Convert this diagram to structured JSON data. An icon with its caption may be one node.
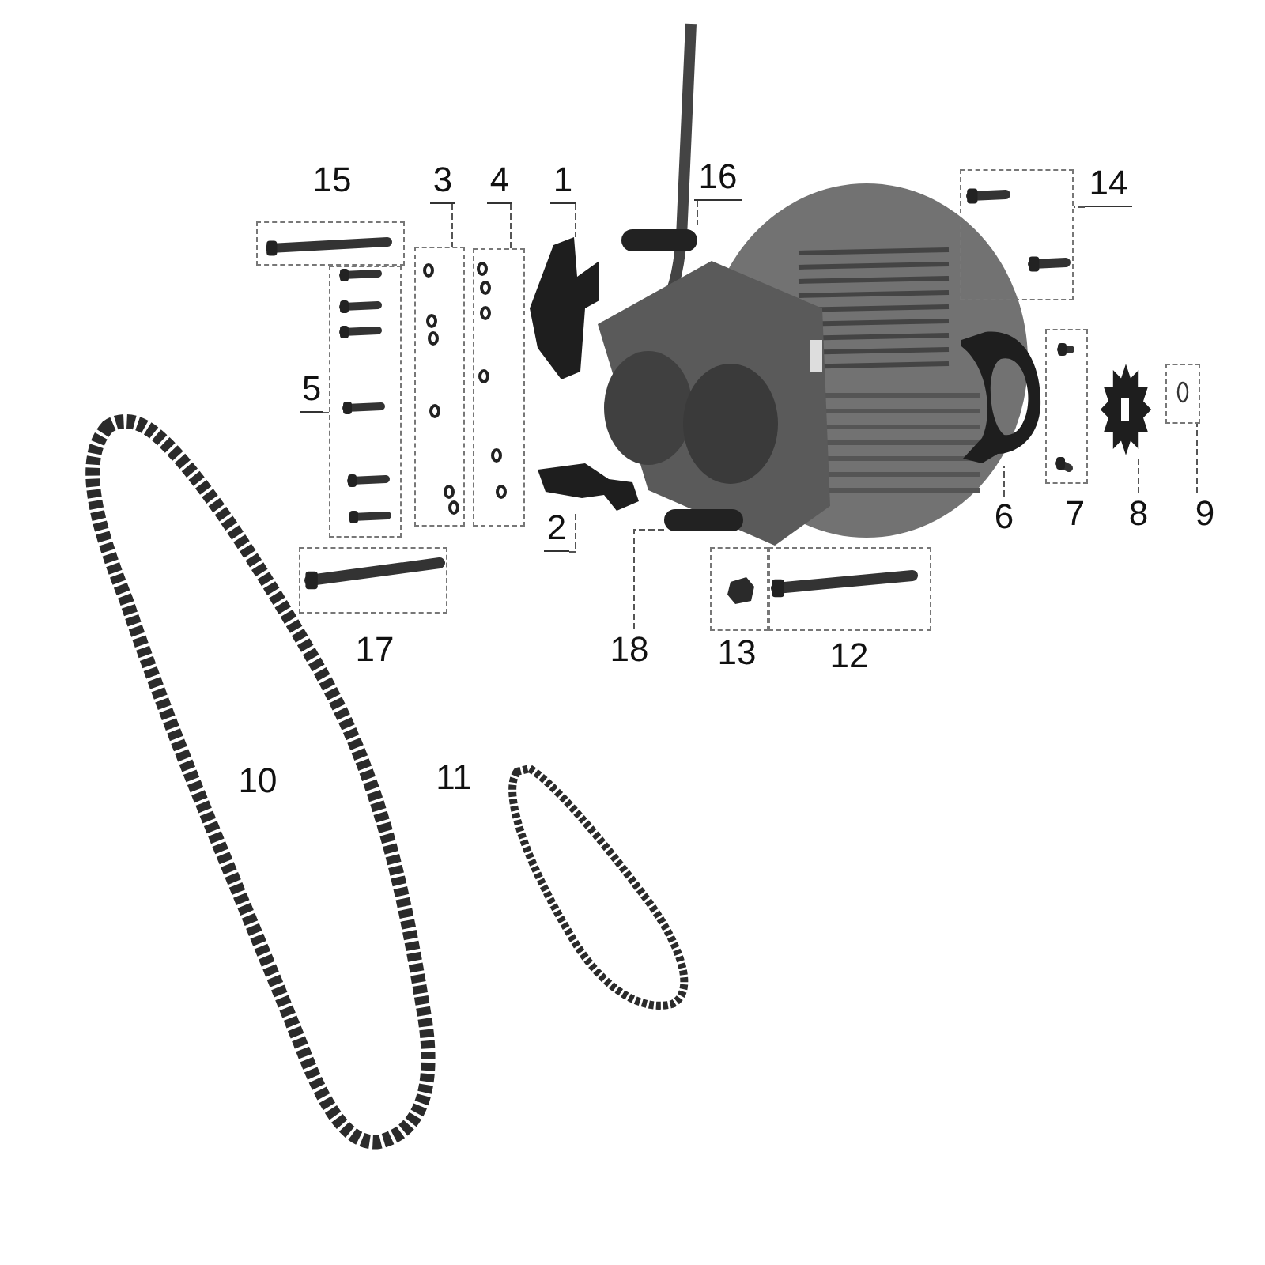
{
  "diagram": {
    "nodes": [
      {
        "text": [
          "15"
        ]
      },
      {
        "text": [
          "3"
        ]
      },
      {
        "text": [
          "4"
        ]
      },
      {
        "text": [
          "1"
        ]
      },
      {
        "text": [
          "16"
        ]
      },
      {
        "text": [
          "14"
        ]
      },
      {
        "text": [
          "5"
        ]
      },
      {
        "text": [
          "2"
        ]
      },
      {
        "text": [
          "6"
        ]
      },
      {
        "text": [
          "7"
        ]
      },
      {
        "text": [
          "8"
        ]
      },
      {
        "text": [
          "9"
        ]
      },
      {
        "text": [
          "17"
        ]
      },
      {
        "text": [
          "18"
        ]
      },
      {
        "text": [
          "13"
        ]
      },
      {
        "text": [
          "12"
        ]
      },
      {
        "text": [
          "10"
        ]
      },
      {
        "text": [
          "11"
        ]
      },
      {
        "text": [],
        "shape": "box"
      },
      {
        "text": [],
        "shape": "box"
      },
      {
        "text": [],
        "shape": "box"
      },
      {
        "text": [],
        "shape": "box"
      },
      {
        "text": [],
        "shape": "box"
      },
      {
        "text": [],
        "shape": "box"
      },
      {
        "text": [],
        "shape": "box"
      },
      {
        "text": [],
        "shape": "box"
      },
      {
        "text": [],
        "shape": "box"
      },
      {
        "text": [],
        "shape": "box"
      },
      {
        "text": [],
        "shape": "picture"
      },
      {
        "text": [],
        "shape": "picture"
      },
      {
        "text": [],
        "shape": "bar"
      },
      {
        "text": [],
        "shape": "bar"
      },
      {
        "text": [],
        "shape": "picture"
      },
      {
        "text": [],
        "shape": "picture"
      }
    ],
    "edges": [
      {
        "from": 3,
        "to": 28,
        "arrow": "none",
        "style": "dashed"
      },
      {
        "from": 7,
        "to": 29,
        "arrow": "none",
        "style": "dashed"
      },
      {
        "from": 1,
        "to": 19,
        "arrow": "none",
        "style": "dashed"
      },
      {
        "from": 2,
        "to": 20,
        "arrow": "none",
        "style": "dashed"
      },
      {
        "from": 6,
        "to": 21,
        "arrow": "none",
        "style": "dashed"
      },
      {
        "from": 5,
        "to": 23,
        "arrow": "none",
        "style": "dashed"
      },
      {
        "from": 4,
        "to": 30,
        "arrow": "none",
        "style": "dashed"
      },
      {
        "from": 13,
        "to": 31,
        "arrow": "none",
        "style": "dashed"
      },
      {
        "from": 8,
        "to": 32,
        "arrow": "none",
        "style": "dashed"
      },
      {
        "from": 10,
        "to": 33,
        "arrow": "none",
        "style": "dashed"
      },
      {
        "from": 11,
        "to": 25,
        "arrow": "none",
        "style": "dashed"
      }
    ]
  }
}
